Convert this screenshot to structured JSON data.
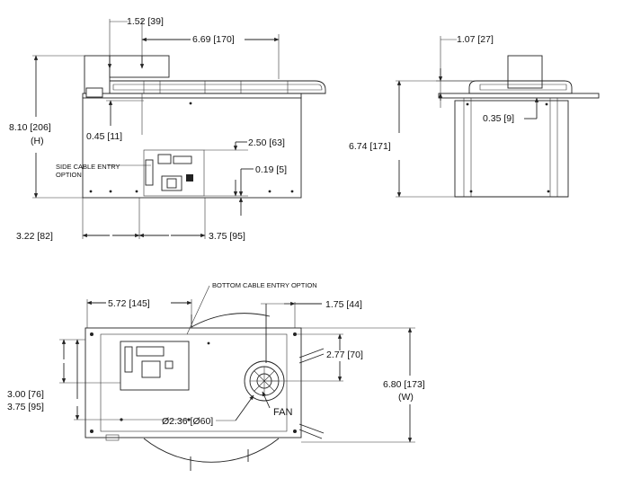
{
  "dimensions": {
    "front_top_offset": "1.52 [39]",
    "front_handle_span": "6.69 [170]",
    "front_height": "8.10 [206]",
    "front_height_tag": "(H)",
    "front_lip": "0.45 [11]",
    "side_height_upper": "2.50 [63]",
    "side_height_lower": "0.19 [5]",
    "front_width_left": "3.22 [82]",
    "front_width_right": "3.75 [95]",
    "side_top_offset": "1.07 [27]",
    "side_height": "6.74 [171]",
    "side_lip": "0.35 [9]",
    "bottom_left_span": "5.72 [145]",
    "bottom_right_span": "1.75 [44]",
    "bottom_fan_offset": "2.77 [70]",
    "bottom_width": "6.80 [173]",
    "bottom_width_tag": "(W)",
    "bottom_vert_a": "3.00 [76]",
    "bottom_vert_b": "3.75 [95]",
    "fan_diameter": "Ø2.36 [Ø60]"
  },
  "notes": {
    "side_cable_line1": "SIDE CABLE ENTRY",
    "side_cable_line2": "OPTION",
    "bottom_cable": "BOTTOM CABLE ENTRY OPTION",
    "fan_label": "FAN"
  }
}
